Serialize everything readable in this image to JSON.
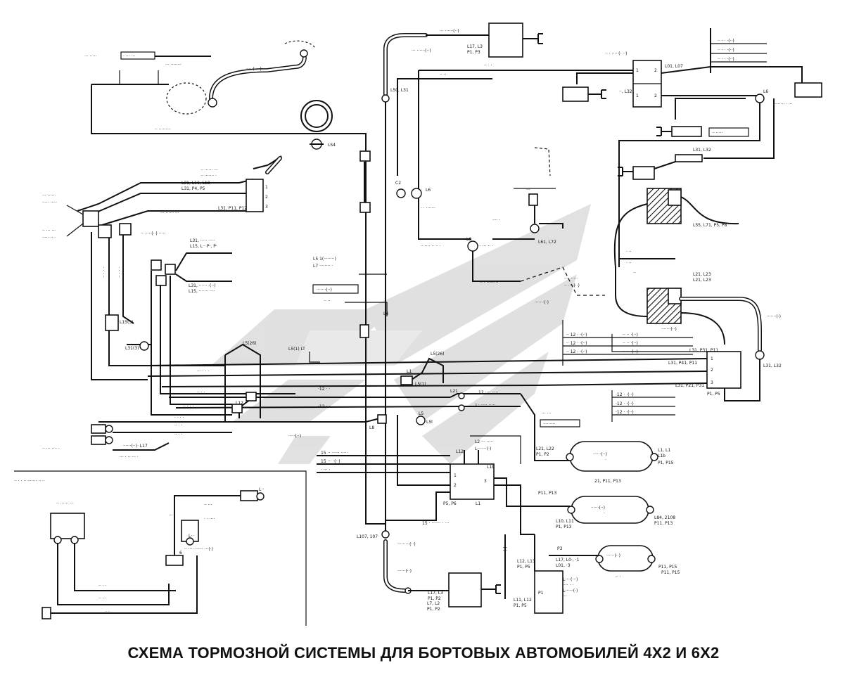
{
  "caption": "СХЕМА ТОРМОЗНОЙ СИСТЕМЫ ДЛЯ БОРТОВЫХ АВТОМОБИЛЕЙ 4Х2 И 6Х2",
  "watermark_color": "#c8c8c8",
  "line_color": "#111111",
  "labels": {
    "gauge": "LS4",
    "top_valve_pins": "L17, L3",
    "top_valve_pins2": "P1, P3",
    "bottom_valve_pins": "L7, L2",
    "bottom_valve_pins2": "P1, P2",
    "ch_right_pins": "L31, P31, P11",
    "ch_right_pins2": "L31, P41, P11",
    "ch_right_pins3": "L31, P21, P31",
    "tank1_pins": "L1, L1",
    "tank1_pins2": "P1, P15",
    "tank2_pins": "P11, P13",
    "tank3_pins": "P11, P15",
    "lower_box_pins": "L11, L12",
    "lower_box_pins2": "P1, P5",
    "bottom_mid_pins": "L17, L3",
    "bottom_mid_pins2": "P1, P2",
    "left_valve_pins": "L31, L11, L12",
    "left_valve_pins2": "L31, P4, P5",
    "mid_valve": "L12",
    "mid_valve2": "L1b",
    "mid_valve3": "L8",
    "tee_label": "L4",
    "cross_label": "L1",
    "tank_label": "L5",
    "right_pins": "L21, L23",
    "right_pins2": "L21, L23",
    "l61": "L61, L72",
    "l55": "L55, L71, P5, P8",
    "l31": "L31, L32",
    "l01": "L01, L07"
  }
}
